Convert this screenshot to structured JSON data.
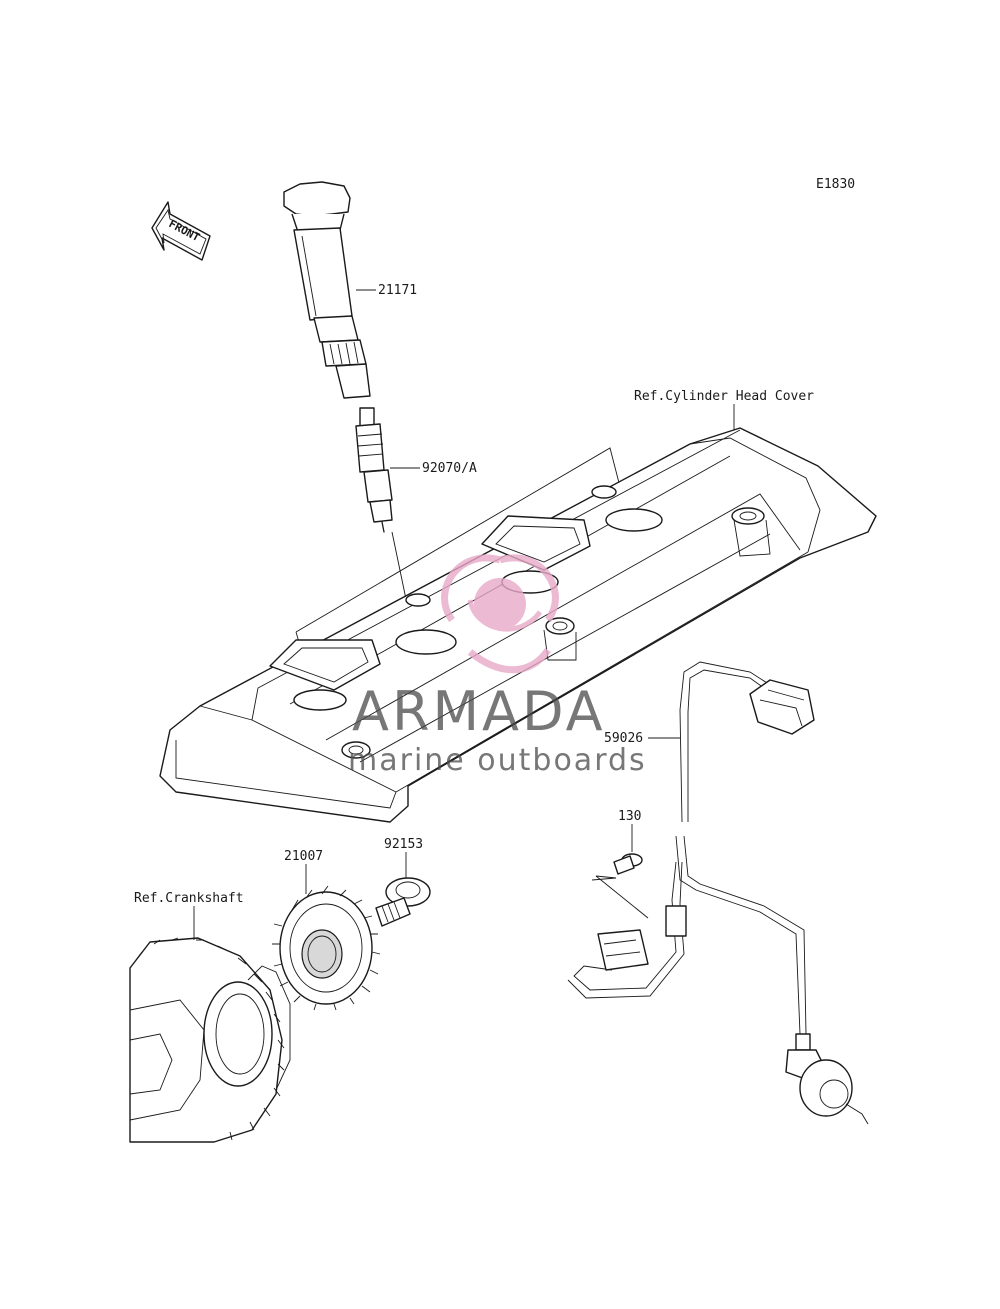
{
  "diagram": {
    "code": "E1830",
    "front_label": "FRONT",
    "labels": {
      "ignition_coil": "21171",
      "spark_plug": "92070/A",
      "cylinder_head_cover": "Ref.Cylinder Head Cover",
      "wiring_harness": "59026",
      "bolt_small": "130",
      "rotor": "21007",
      "bolt": "92153",
      "crankshaft": "Ref.Crankshaft"
    }
  },
  "watermark": {
    "brand": "ARMADA",
    "tagline": "marine outboards",
    "accent_color": "#e8a9c8"
  }
}
